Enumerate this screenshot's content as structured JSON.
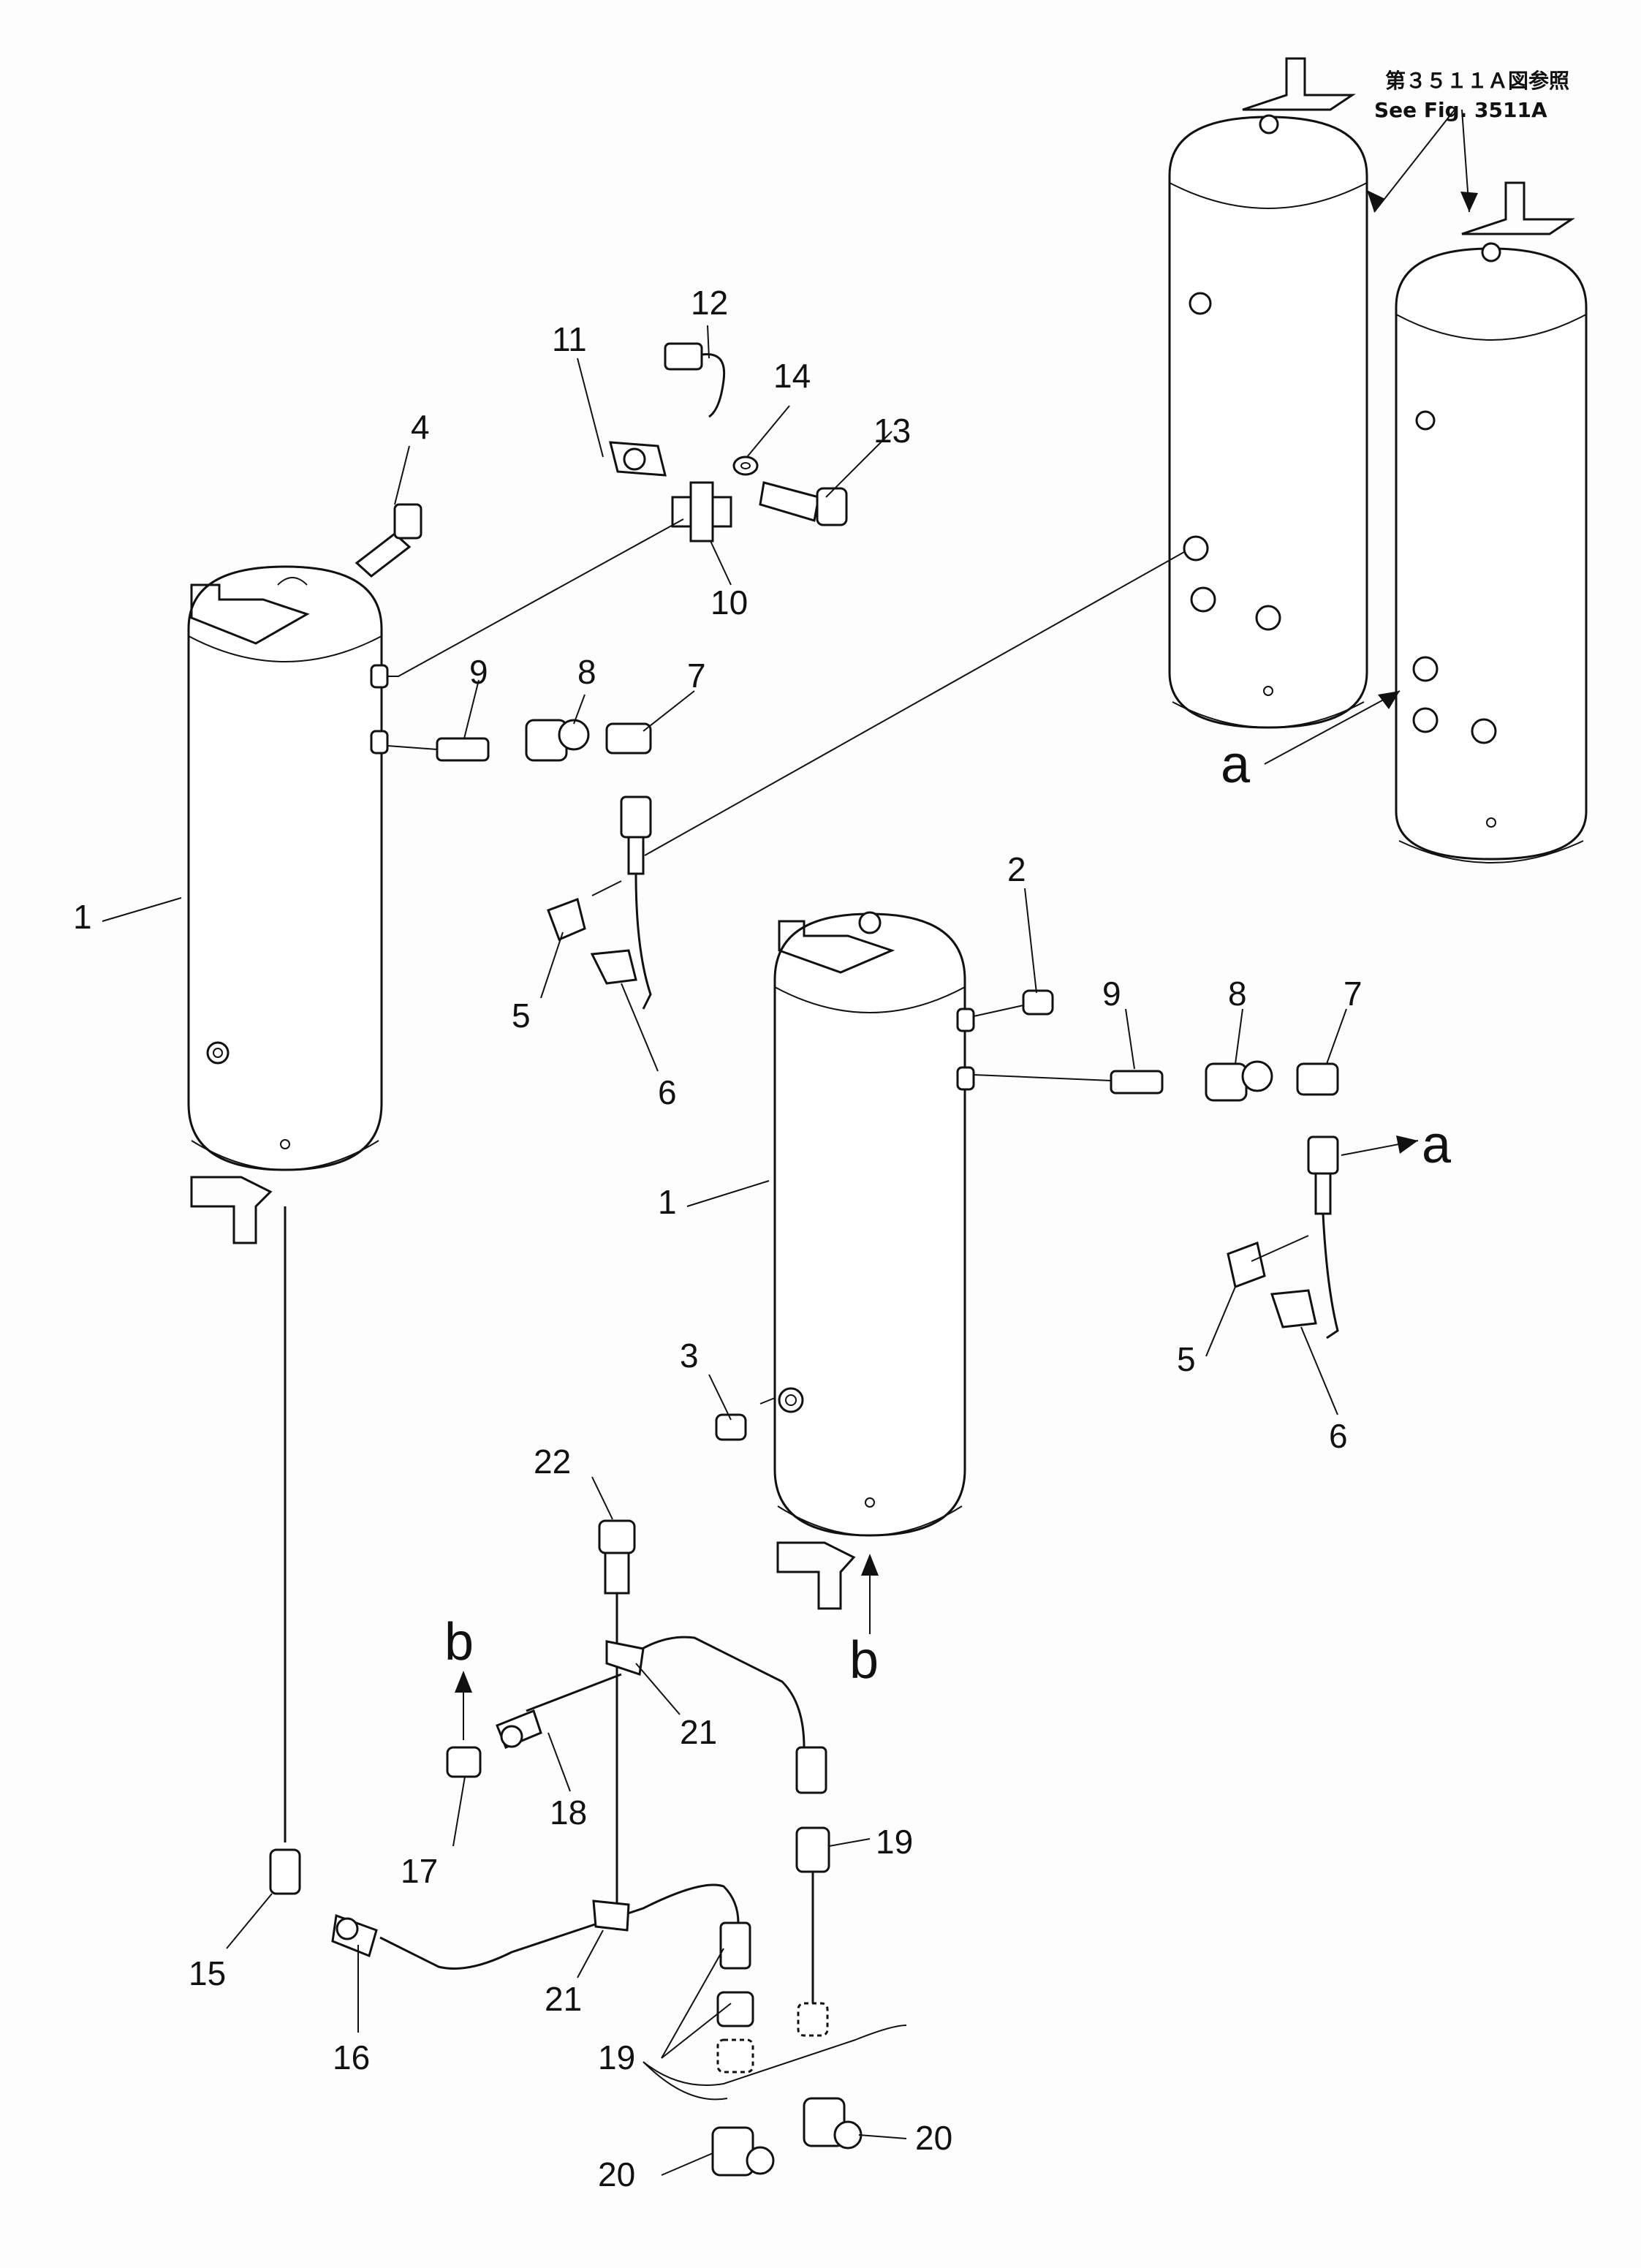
{
  "reference": {
    "jp": "第３５１１Ａ図参照",
    "en": "See Fig. 3511A"
  },
  "callouts": {
    "n1a": "1",
    "n1b": "1",
    "n2": "2",
    "n3": "3",
    "n4": "4",
    "n5a": "5",
    "n5b": "5",
    "n6a": "6",
    "n6b": "6",
    "n7a": "7",
    "n7b": "7",
    "n8a": "8",
    "n8b": "8",
    "n9a": "9",
    "n9b": "9",
    "n10": "10",
    "n11": "11",
    "n12": "12",
    "n13": "13",
    "n14": "14",
    "n15": "15",
    "n16": "16",
    "n17": "17",
    "n18": "18",
    "n19a": "19",
    "n19b": "19",
    "n20a": "20",
    "n20b": "20",
    "n21a": "21",
    "n21b": "21",
    "n22": "22"
  },
  "letters": {
    "a1": "a",
    "a2": "a",
    "b1": "b",
    "b2": "b"
  }
}
